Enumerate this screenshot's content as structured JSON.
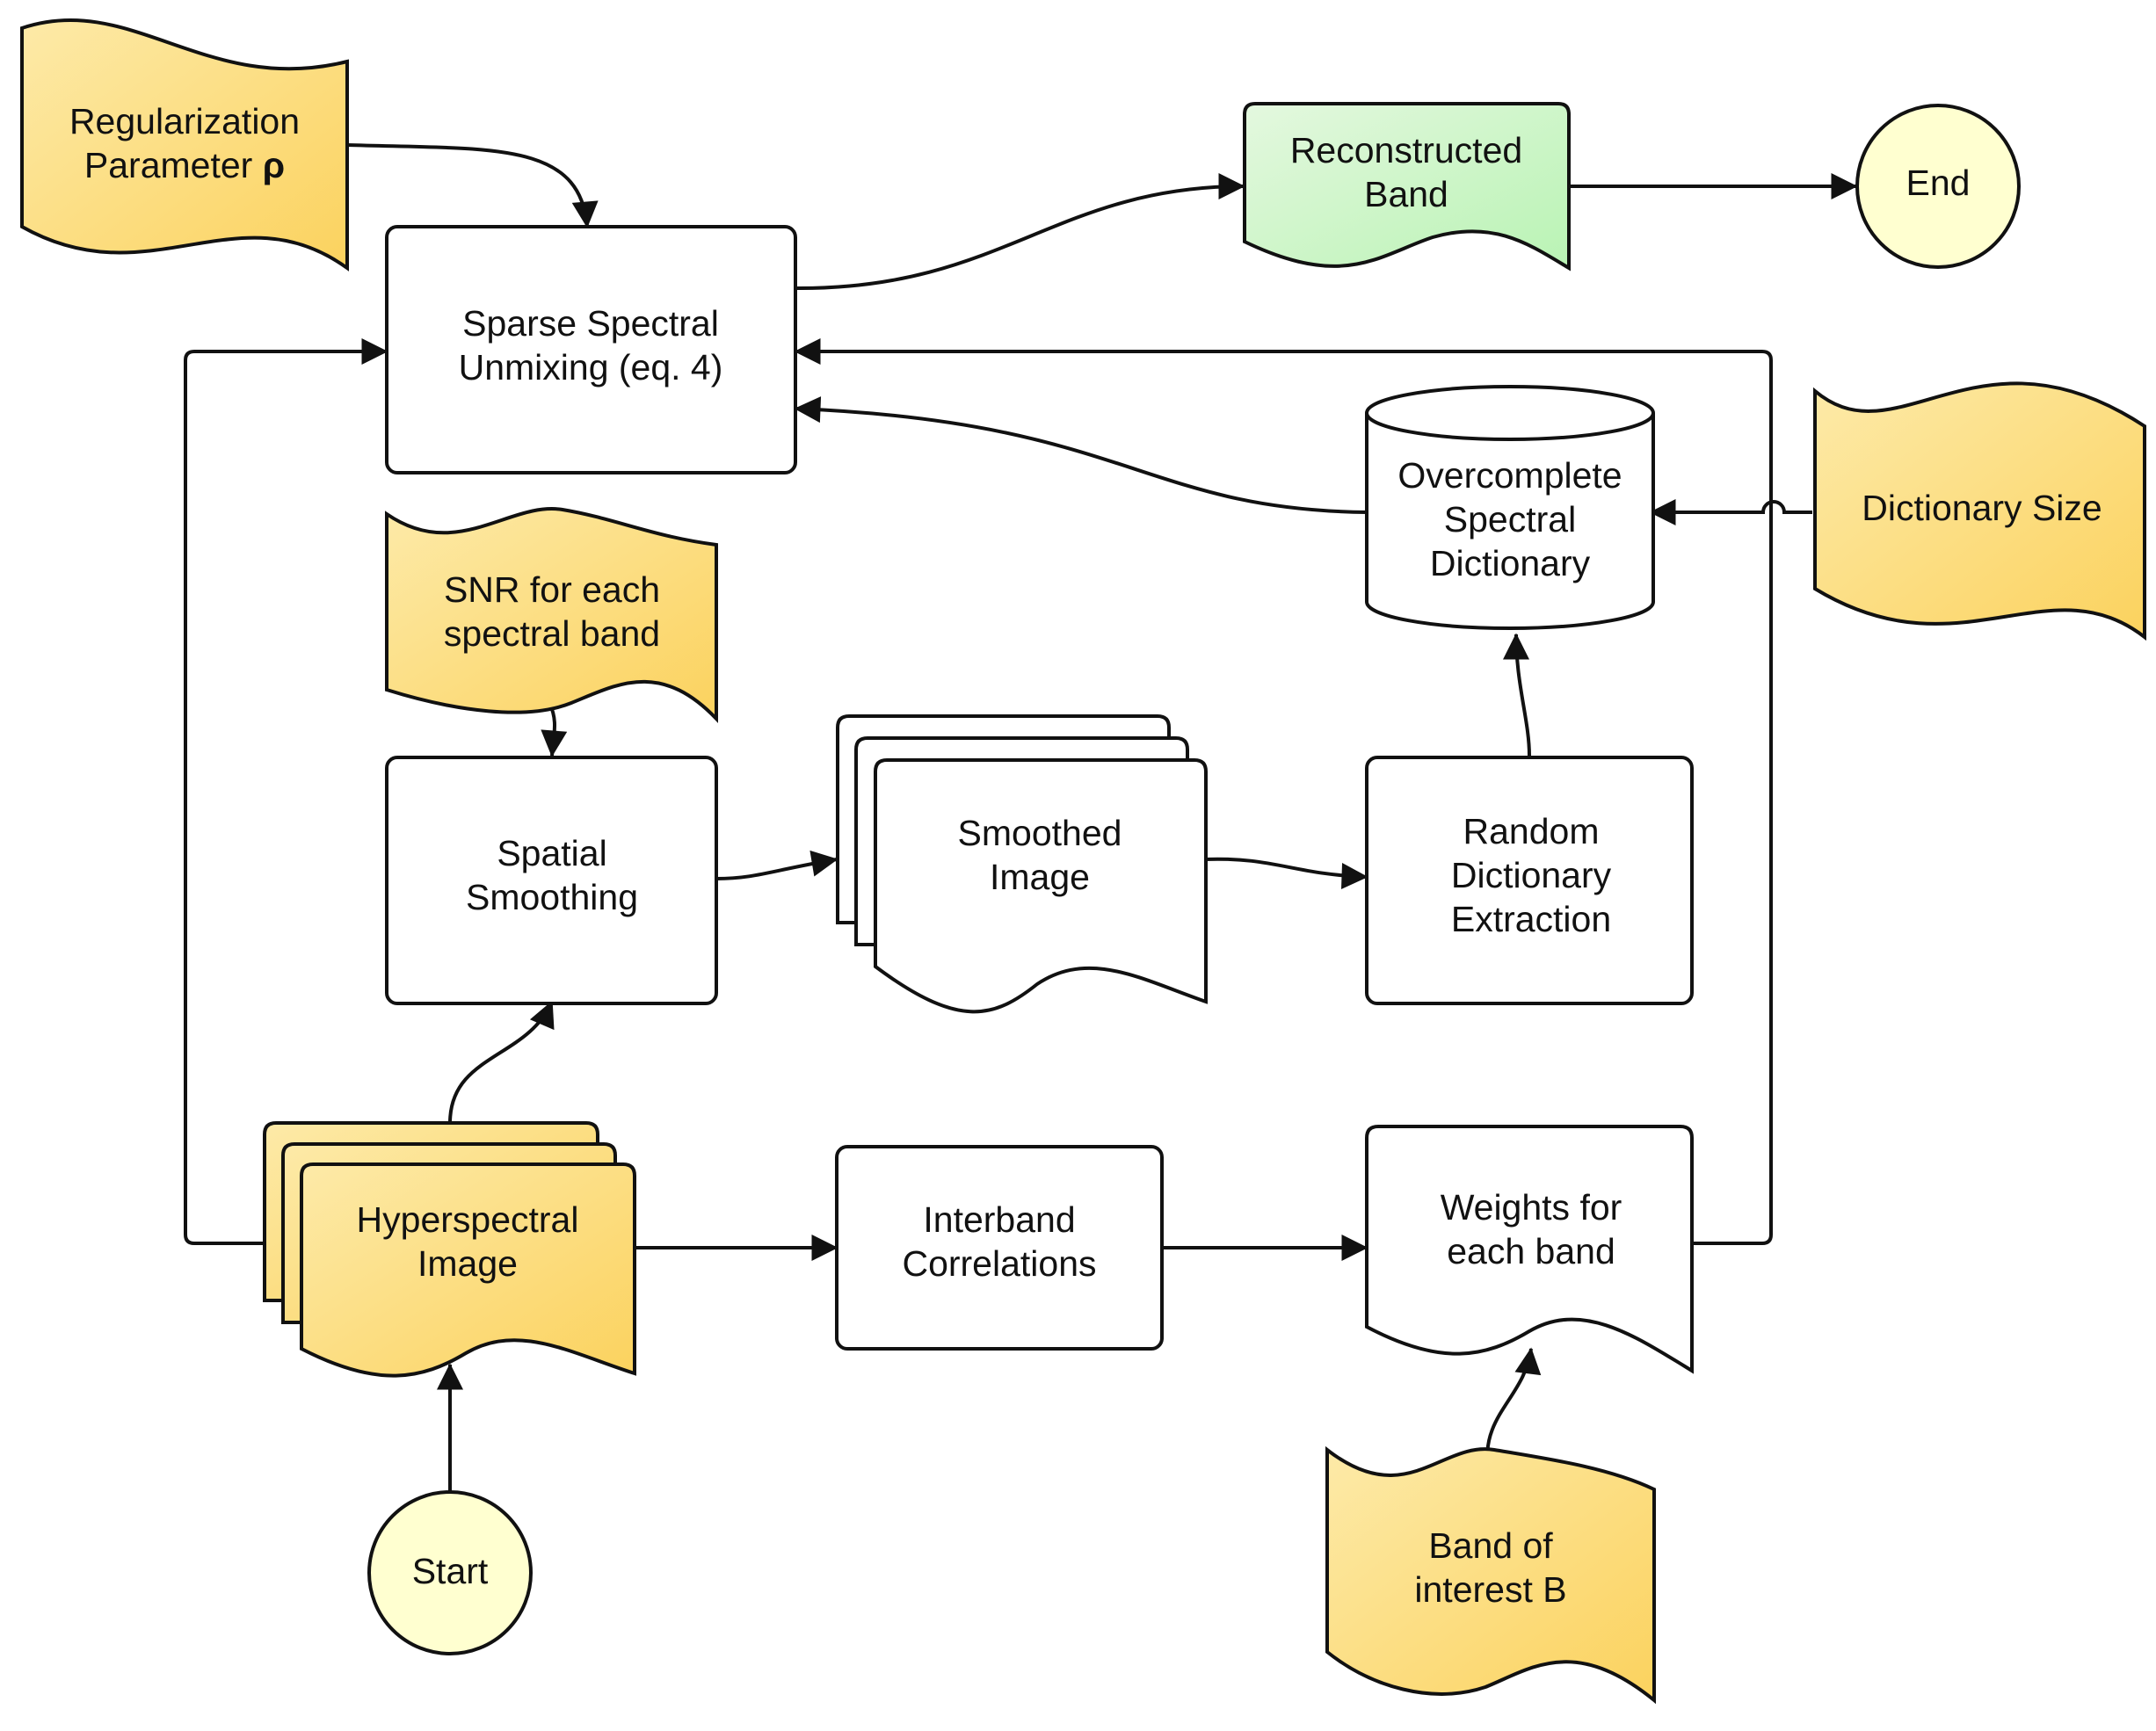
{
  "colors": {
    "input_yellow_light": "#fdeaa8",
    "input_yellow_dark": "#fbd25e",
    "output_green_light": "#e4f8df",
    "output_green_dark": "#b9f3b4",
    "terminal_fill": "#ffffd0",
    "process_fill": "#ffffff",
    "stroke": "#111111"
  },
  "nodes": {
    "regularization": {
      "line1": "Regularization",
      "line2": "Parameter ",
      "symbol": "ρ"
    },
    "sparse_unmixing": {
      "line1": "Sparse Spectral",
      "line2": "Unmixing (eq. 4)"
    },
    "reconstructed_band": {
      "line1": "Reconstructed",
      "line2": "Band"
    },
    "end": {
      "label": "End"
    },
    "dictionary": {
      "line1": "Overcomplete",
      "line2": "Spectral",
      "line3": "Dictionary"
    },
    "dictionary_size": {
      "label": "Dictionary Size"
    },
    "snr": {
      "line1": "SNR for each",
      "line2": "spectral band"
    },
    "spatial_smoothing": {
      "line1": "Spatial",
      "line2": "Smoothing"
    },
    "smoothed_image": {
      "line1": "Smoothed",
      "line2": "Image"
    },
    "random_dictionary": {
      "line1": "Random",
      "line2": "Dictionary",
      "line3": "Extraction"
    },
    "hyperspectral_image": {
      "line1": "Hyperspectral",
      "line2": "Image"
    },
    "interband": {
      "line1": "Interband",
      "line2": "Correlations"
    },
    "weights": {
      "line1": "Weights for",
      "line2": "each band"
    },
    "start": {
      "label": "Start"
    },
    "band_of_interest": {
      "line1": "Band of",
      "line2": "interest B"
    }
  }
}
